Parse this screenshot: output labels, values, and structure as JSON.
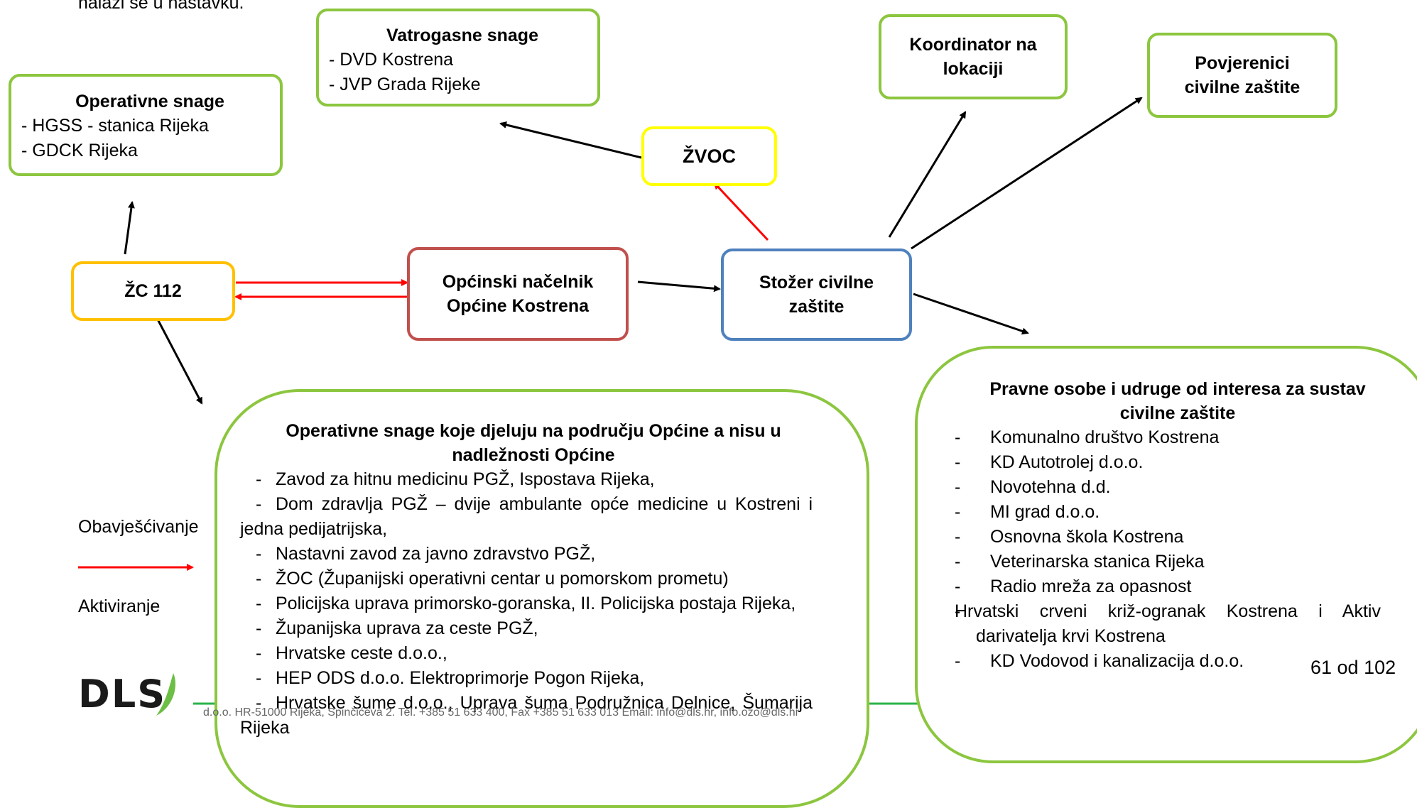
{
  "top_text": "nalazi se u nastavku.",
  "boxes": {
    "operativne": {
      "title": "Operativne snage",
      "lines": [
        "- HGSS - stanica Rijeka",
        "- GDCK Rijeka"
      ]
    },
    "vatrogasne": {
      "title": "Vatrogasne snage",
      "lines": [
        "- DVD Kostrena",
        "- JVP Grada Rijeke"
      ]
    },
    "zvoc": {
      "label": "ŽVOC"
    },
    "koordinator": {
      "label": "Koordinator na lokaciji"
    },
    "povjerenici": {
      "label": "Povjerenici civilne zaštite"
    },
    "zc112": {
      "label": "ŽC 112"
    },
    "nacelnik": {
      "label": "Općinski načelnik Općine Kostrena"
    },
    "stozer": {
      "label": "Stožer civilne zaštite"
    },
    "pravne": {
      "title": "Pravne osobe i udruge od interesa za sustav civilne zaštite",
      "items": [
        "Komunalno društvo Kostrena",
        "KD Autotrolej d.o.o.",
        "Novotehna d.d.",
        "MI grad d.o.o.",
        "Osnovna škola Kostrena",
        "Veterinarska stanica Rijeka",
        "Radio mreža za opasnost",
        "Hrvatski crveni križ-ogranak Kostrena i Aktiv darivatelja krvi Kostrena",
        "KD Vodovod i kanalizacija d.o.o."
      ]
    },
    "operativne_opcine": {
      "title": "Operativne snage koje djeluju na području Općine a nisu u nadležnosti Općine",
      "items": [
        "Zavod za hitnu medicinu PGŽ, Ispostava Rijeka,",
        "Dom zdravlja PGŽ – dvije ambulante opće medicine u Kostreni i jedna pedijatrijska,",
        "Nastavni zavod za javno zdravstvo PGŽ,",
        "ŽOC (Županijski operativni centar u pomorskom prometu)",
        "Policijska uprava primorsko-goranska, II. Policijska postaja Rijeka,",
        "Županijska uprava za ceste PGŽ,",
        "Hrvatske ceste d.o.o.,",
        "HEP ODS d.o.o. Elektroprimorje Pogon Rijeka,",
        "Hrvatske šume d.o.o., Uprava šuma Podružnica Delnice, Šumarija Rijeka"
      ]
    }
  },
  "legend": {
    "notify": "Obavješćivanje",
    "activate": "Aktiviranje",
    "notify_color": "#ff0000",
    "activate_color": "#000000"
  },
  "footer": {
    "logo": "DLS",
    "contact": "d.o.o. HR-51000 Rijeka, Spinčićeva 2. Tel. +385 51 633 400, Fax +385 51 633 013 Email: info@dls.hr, info.ozo@dls.hr",
    "page": "61 od 102"
  },
  "colors": {
    "green": "#8cc63f",
    "yellow": "#ffff00",
    "orange": "#ffc000",
    "red": "#c0504d",
    "blue": "#4f81bd"
  }
}
